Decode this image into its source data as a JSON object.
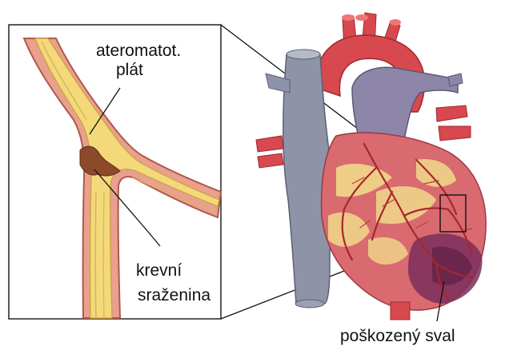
{
  "labels": {
    "plaque_line1": "ateromatot.",
    "plaque_line2": "plát",
    "clot_line1": "krevní",
    "clot_line2": "sraženina",
    "damaged_muscle": "poškozený sval"
  },
  "colors": {
    "aorta_red": "#d8484f",
    "vein_gray": "#8f93a8",
    "heart_muscle": "#d96a70",
    "fat_yellow": "#f0d98a",
    "damaged_purple": "#7a2e5a",
    "artery_wall": "#e89a8a",
    "plaque": "#f3d97a",
    "clot": "#8b4a2a"
  }
}
